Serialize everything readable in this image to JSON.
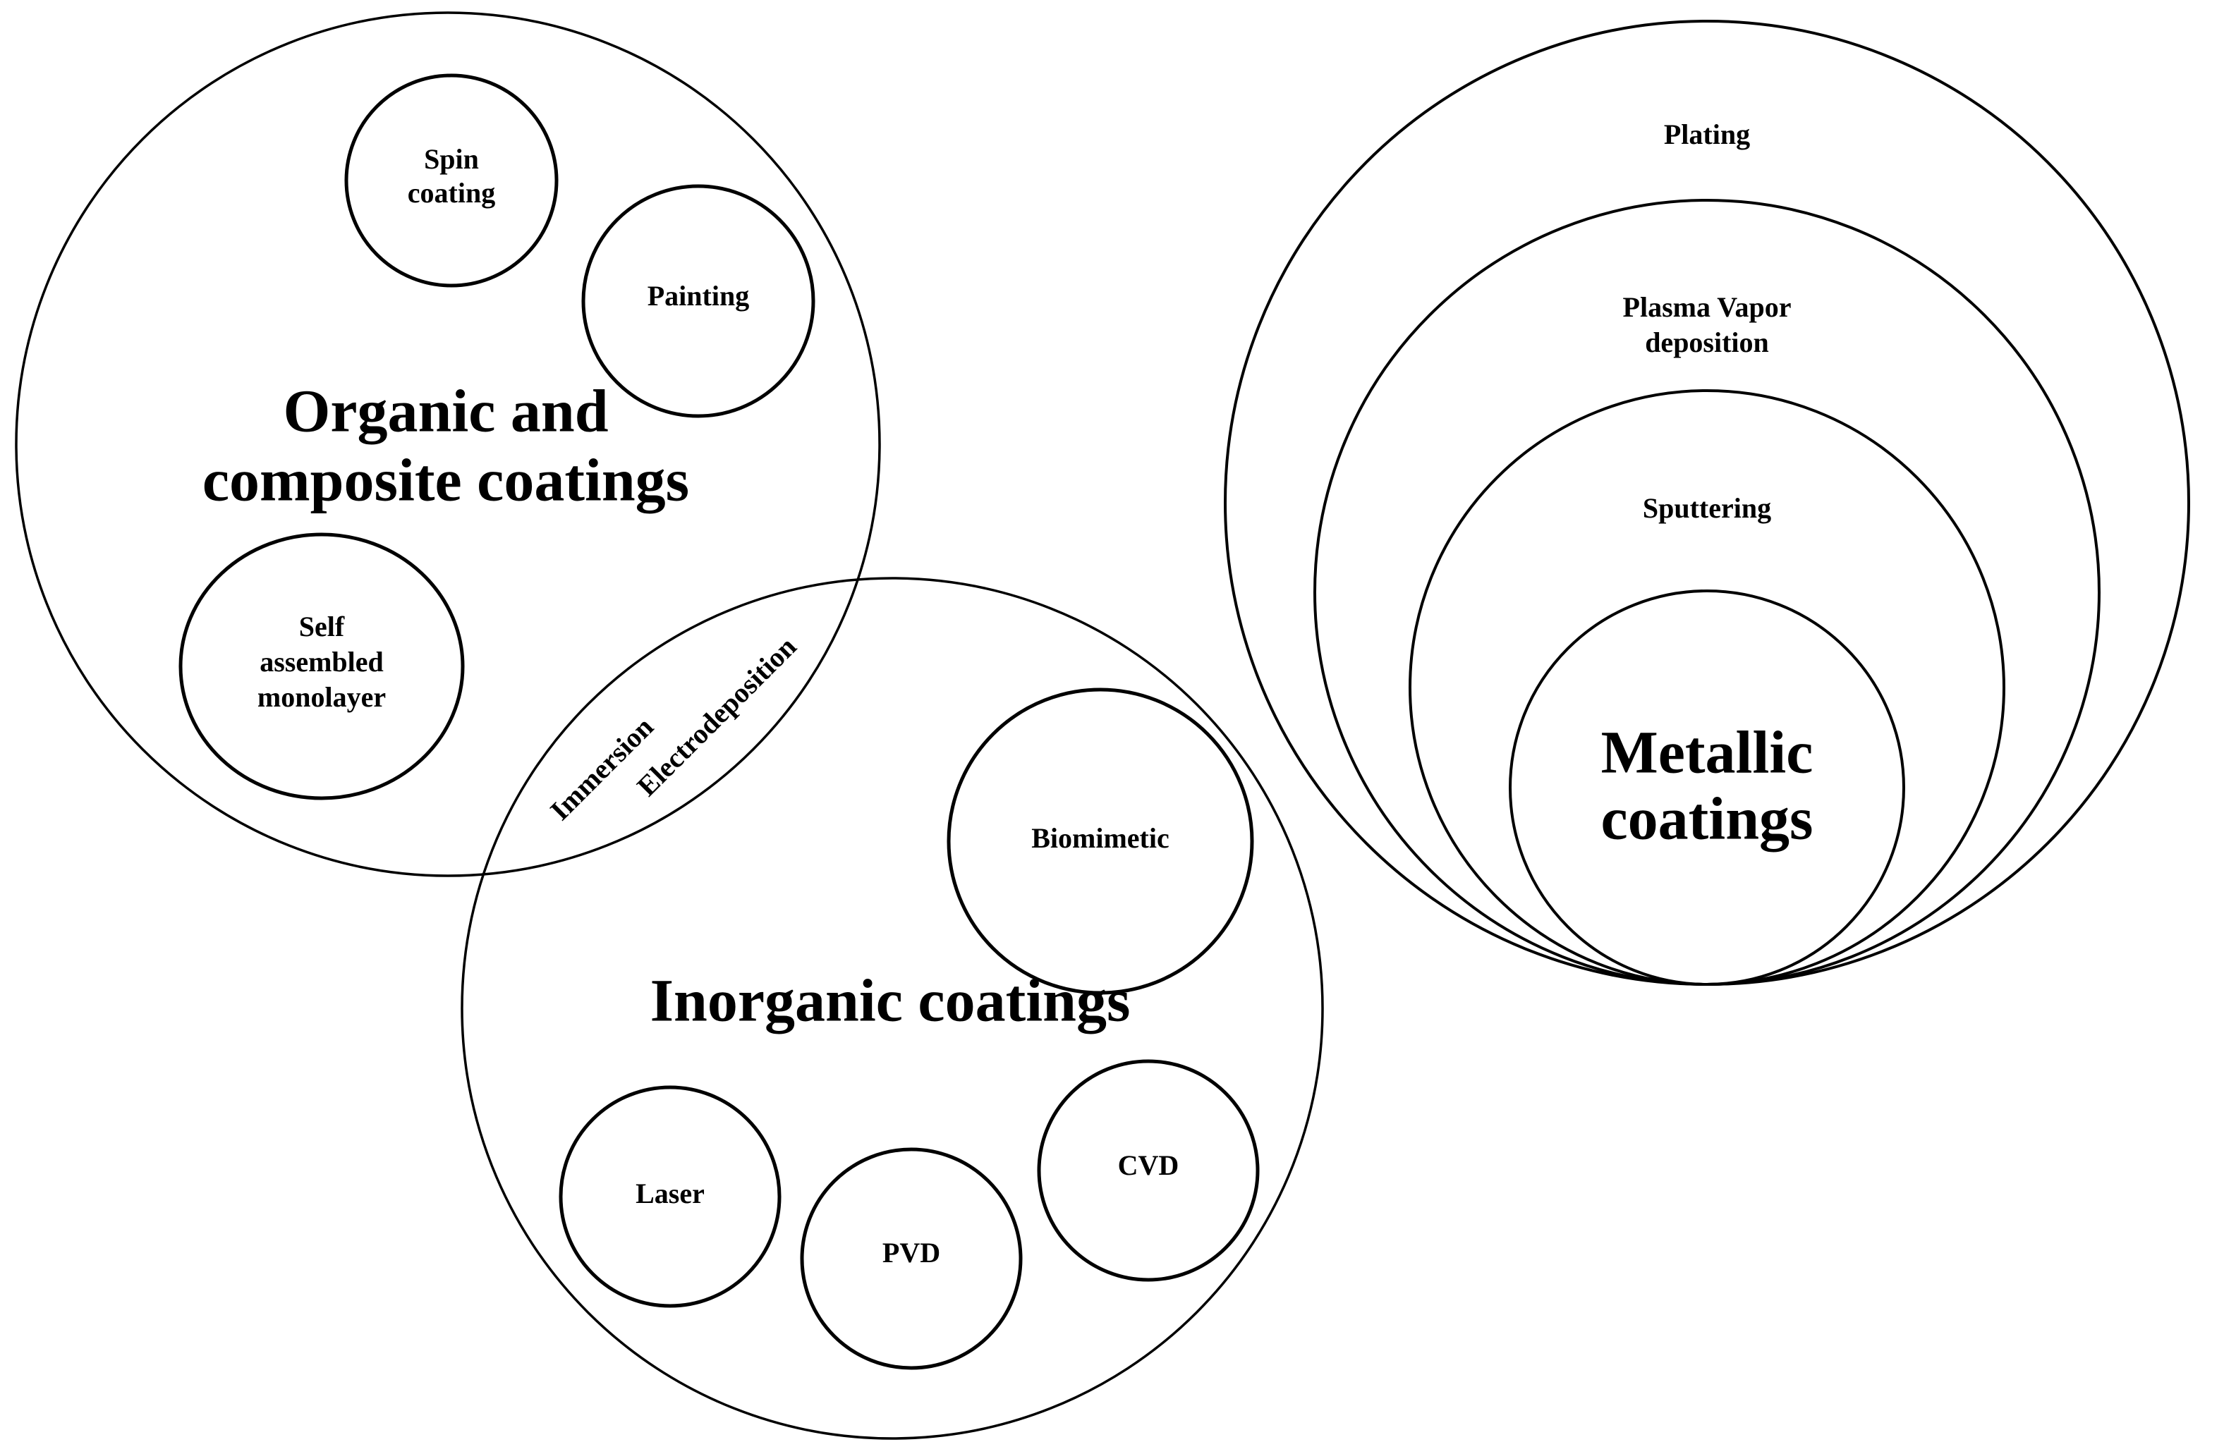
{
  "organic": {
    "title": [
      "Organic and",
      "composite coatings"
    ],
    "spin": [
      "Spin",
      "coating"
    ],
    "painting": "Painting",
    "sam": [
      "Self",
      "assembled",
      "monolayer"
    ]
  },
  "overlap": {
    "immersion": "Immersion",
    "electrodeposition": "Electrodeposition"
  },
  "inorganic": {
    "title": "Inorganic coatings",
    "biomimetic": "Biomimetic",
    "laser": "Laser",
    "pvd": "PVD",
    "cvd": "CVD"
  },
  "metallic": {
    "plating": "Plating",
    "pvd_plasma": [
      "Plasma Vapor",
      "deposition"
    ],
    "sputtering": "Sputtering",
    "title": [
      "Metallic",
      "coatings"
    ]
  }
}
